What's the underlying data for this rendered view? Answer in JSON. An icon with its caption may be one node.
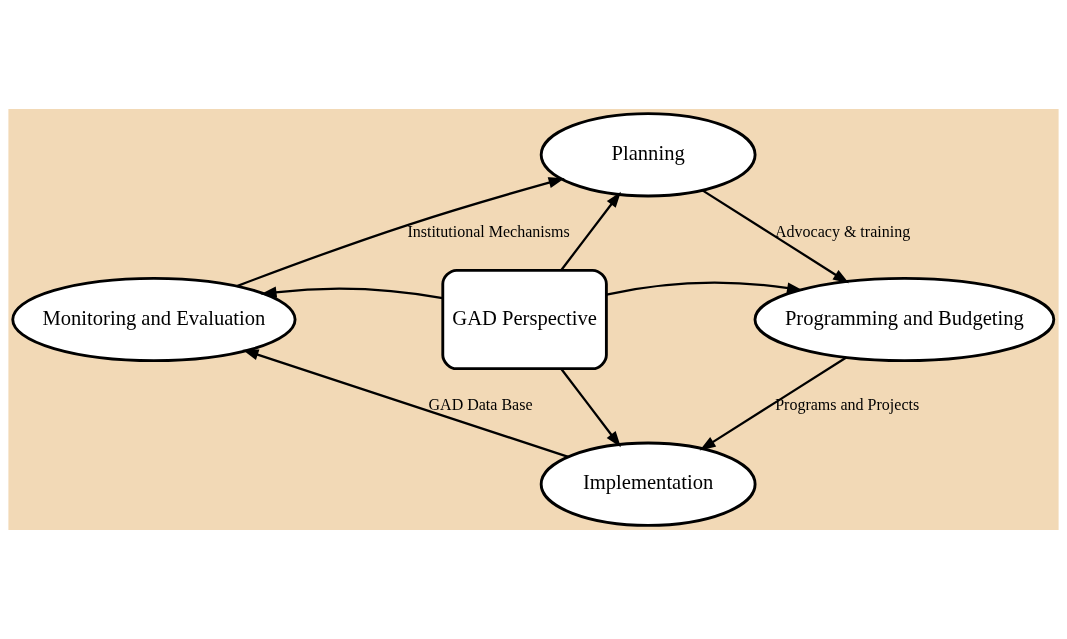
{
  "diagram": {
    "nodes": [
      {
        "text": [
          "Planning"
        ]
      },
      {
        "text": [
          "Programming and Budgeting"
        ]
      },
      {
        "text": [
          "Implementation"
        ]
      },
      {
        "text": [
          "Monitoring and Evaluation"
        ]
      },
      {
        "text": [
          "GAD Perspective"
        ]
      }
    ],
    "edges": [
      {
        "from": 0,
        "to": 1,
        "arrow": "to",
        "label": "Advocacy & training"
      },
      {
        "from": 1,
        "to": 2,
        "arrow": "to",
        "label": "Programs and Projects"
      },
      {
        "from": 2,
        "to": 3,
        "arrow": "to",
        "label": "GAD Data Base"
      },
      {
        "from": 3,
        "to": 0,
        "arrow": "to",
        "label": "Institutional Mechanisms"
      },
      {
        "from": 4,
        "to": 0,
        "arrow": "to"
      },
      {
        "from": 4,
        "to": 1,
        "arrow": "to"
      },
      {
        "from": 4,
        "to": 2,
        "arrow": "to"
      },
      {
        "from": 4,
        "to": 3,
        "arrow": "to"
      }
    ]
  }
}
